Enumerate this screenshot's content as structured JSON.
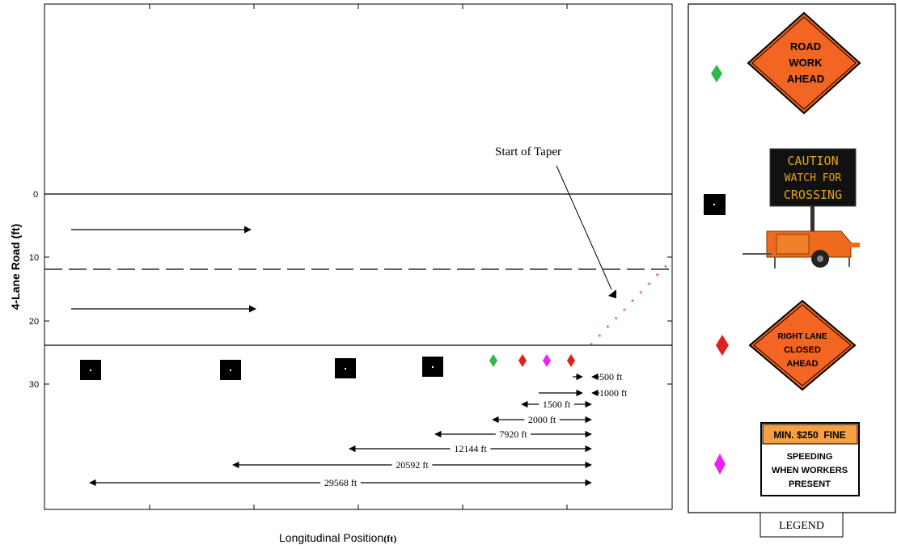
{
  "plot": {
    "ylabel": "4-Lane Road (ft)",
    "xlabel": "Longitudinal Position",
    "xlabel_unit": "(ft)",
    "y_ticks": [
      "0",
      "10",
      "20",
      "30"
    ],
    "annotation": "Start of Taper"
  },
  "distances": [
    {
      "label": "500 ft",
      "feet": 500
    },
    {
      "label": "1000 ft",
      "feet": 1000
    },
    {
      "label": "1500 ft",
      "feet": 1500
    },
    {
      "label": "2000 ft",
      "feet": 2000
    },
    {
      "label": "7920 ft",
      "feet": 7920
    },
    {
      "label": "12144 ft",
      "feet": 12144
    },
    {
      "label": "20592 ft",
      "feet": 20592
    },
    {
      "label": "29568 ft",
      "feet": 29568
    }
  ],
  "legend": {
    "title": "LEGEND",
    "road_work_sign": [
      "ROAD",
      "WORK",
      "AHEAD"
    ],
    "vms_sign": [
      "CAUTION",
      "WATCH FOR",
      "CROSSING"
    ],
    "lane_closed_sign": [
      "RIGHT LANE",
      "CLOSED",
      "AHEAD"
    ],
    "fine_sign_header": "MIN. $250  FINE",
    "fine_sign_body": [
      "SPEEDING",
      "WHEN WORKERS",
      "PRESENT"
    ]
  },
  "colors": {
    "green_marker": "#2eb84a",
    "red_marker": "#e02020",
    "magenta_marker": "#ee22ee",
    "sign_orange": "#f26522",
    "vms_text": "#e3a21a",
    "taper_cones": "#e8307a"
  }
}
